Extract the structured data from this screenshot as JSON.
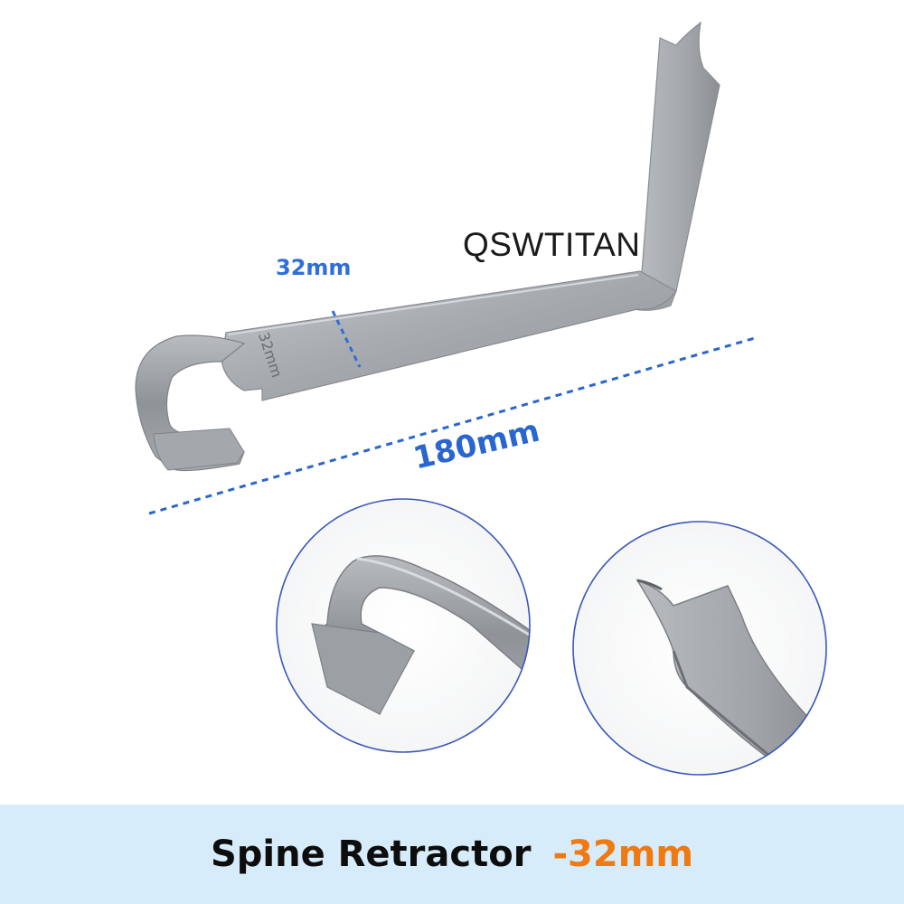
{
  "brand": "QSWTITAN",
  "dimensions": {
    "width_label": "32mm",
    "length_label": "180mm",
    "etched_marking": "32mm"
  },
  "product": {
    "name": "Spine Retractor",
    "size": "-32mm"
  },
  "colors": {
    "dimension_blue": "#2f6fd6",
    "size_orange": "#f07a12",
    "footer_band": "#d7ecfb",
    "circle_outline": "#3a57b8",
    "steel": "#a9adb1"
  }
}
